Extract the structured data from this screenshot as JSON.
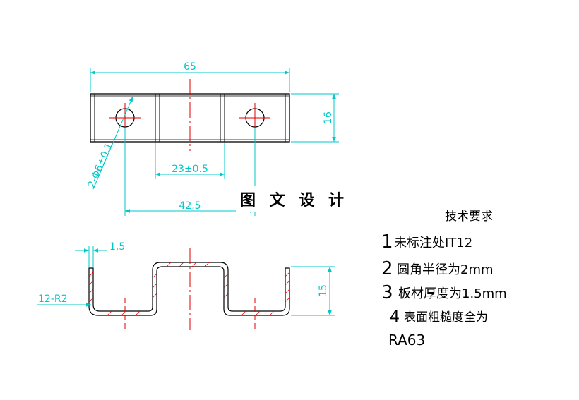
{
  "dimensions": {
    "overall_length": "65",
    "width": "16",
    "hole_spacing": "23±0.5",
    "hole_position": "42.5",
    "hole_spec": "2-Φ6±0.1",
    "thickness": "1.5",
    "height": "15",
    "bend_radius": "12-R2"
  },
  "stamp": "图 文 设 计",
  "notes": {
    "title": "技术要求",
    "items": [
      {
        "num": "1",
        "text": "未标注处IT12"
      },
      {
        "num": "2",
        "text": "圆角半径为2mm"
      },
      {
        "num": "3",
        "text": "板材厚度为1.5mm"
      },
      {
        "num": "4",
        "text": "表面粗糙度全为"
      }
    ],
    "continuation": "RA63"
  },
  "colors": {
    "outline": "#000000",
    "dimension": "#00c8c8",
    "centerline": "#e00000",
    "hatch": "#e00000"
  }
}
